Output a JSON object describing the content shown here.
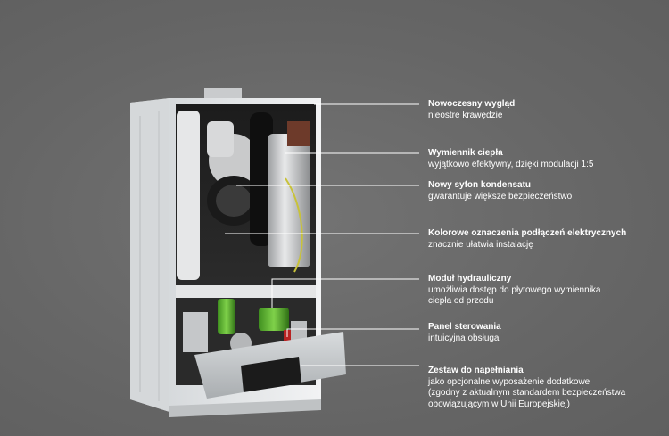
{
  "callouts": [
    {
      "title": "Nowoczesny wygląd",
      "desc": "nieostre krawędzie"
    },
    {
      "title": "Wymiennik ciepła",
      "desc": "wyjątkowo efektywny, dzięki modulacji 1:5"
    },
    {
      "title": "Nowy syfon kondensatu",
      "desc": "gwarantuje większe bezpieczeństwo"
    },
    {
      "title": "Kolorowe oznaczenia podłączeń elektrycznych",
      "desc": "znacznie ułatwia instalację"
    },
    {
      "title": "Moduł hydrauliczny",
      "desc": "umożliwia dostęp do płytowego wymiennika\nciepła od przodu"
    },
    {
      "title": "Panel sterowania",
      "desc": "intuicyjna obsługa"
    },
    {
      "title": "Zestaw do napełniania",
      "desc": "jako opcjonalne wyposażenie dodatkowe\n(zgodny z aktualnym standardem bezpieczeństwa\nobowiązującym w Unii Europejskiej)"
    }
  ]
}
